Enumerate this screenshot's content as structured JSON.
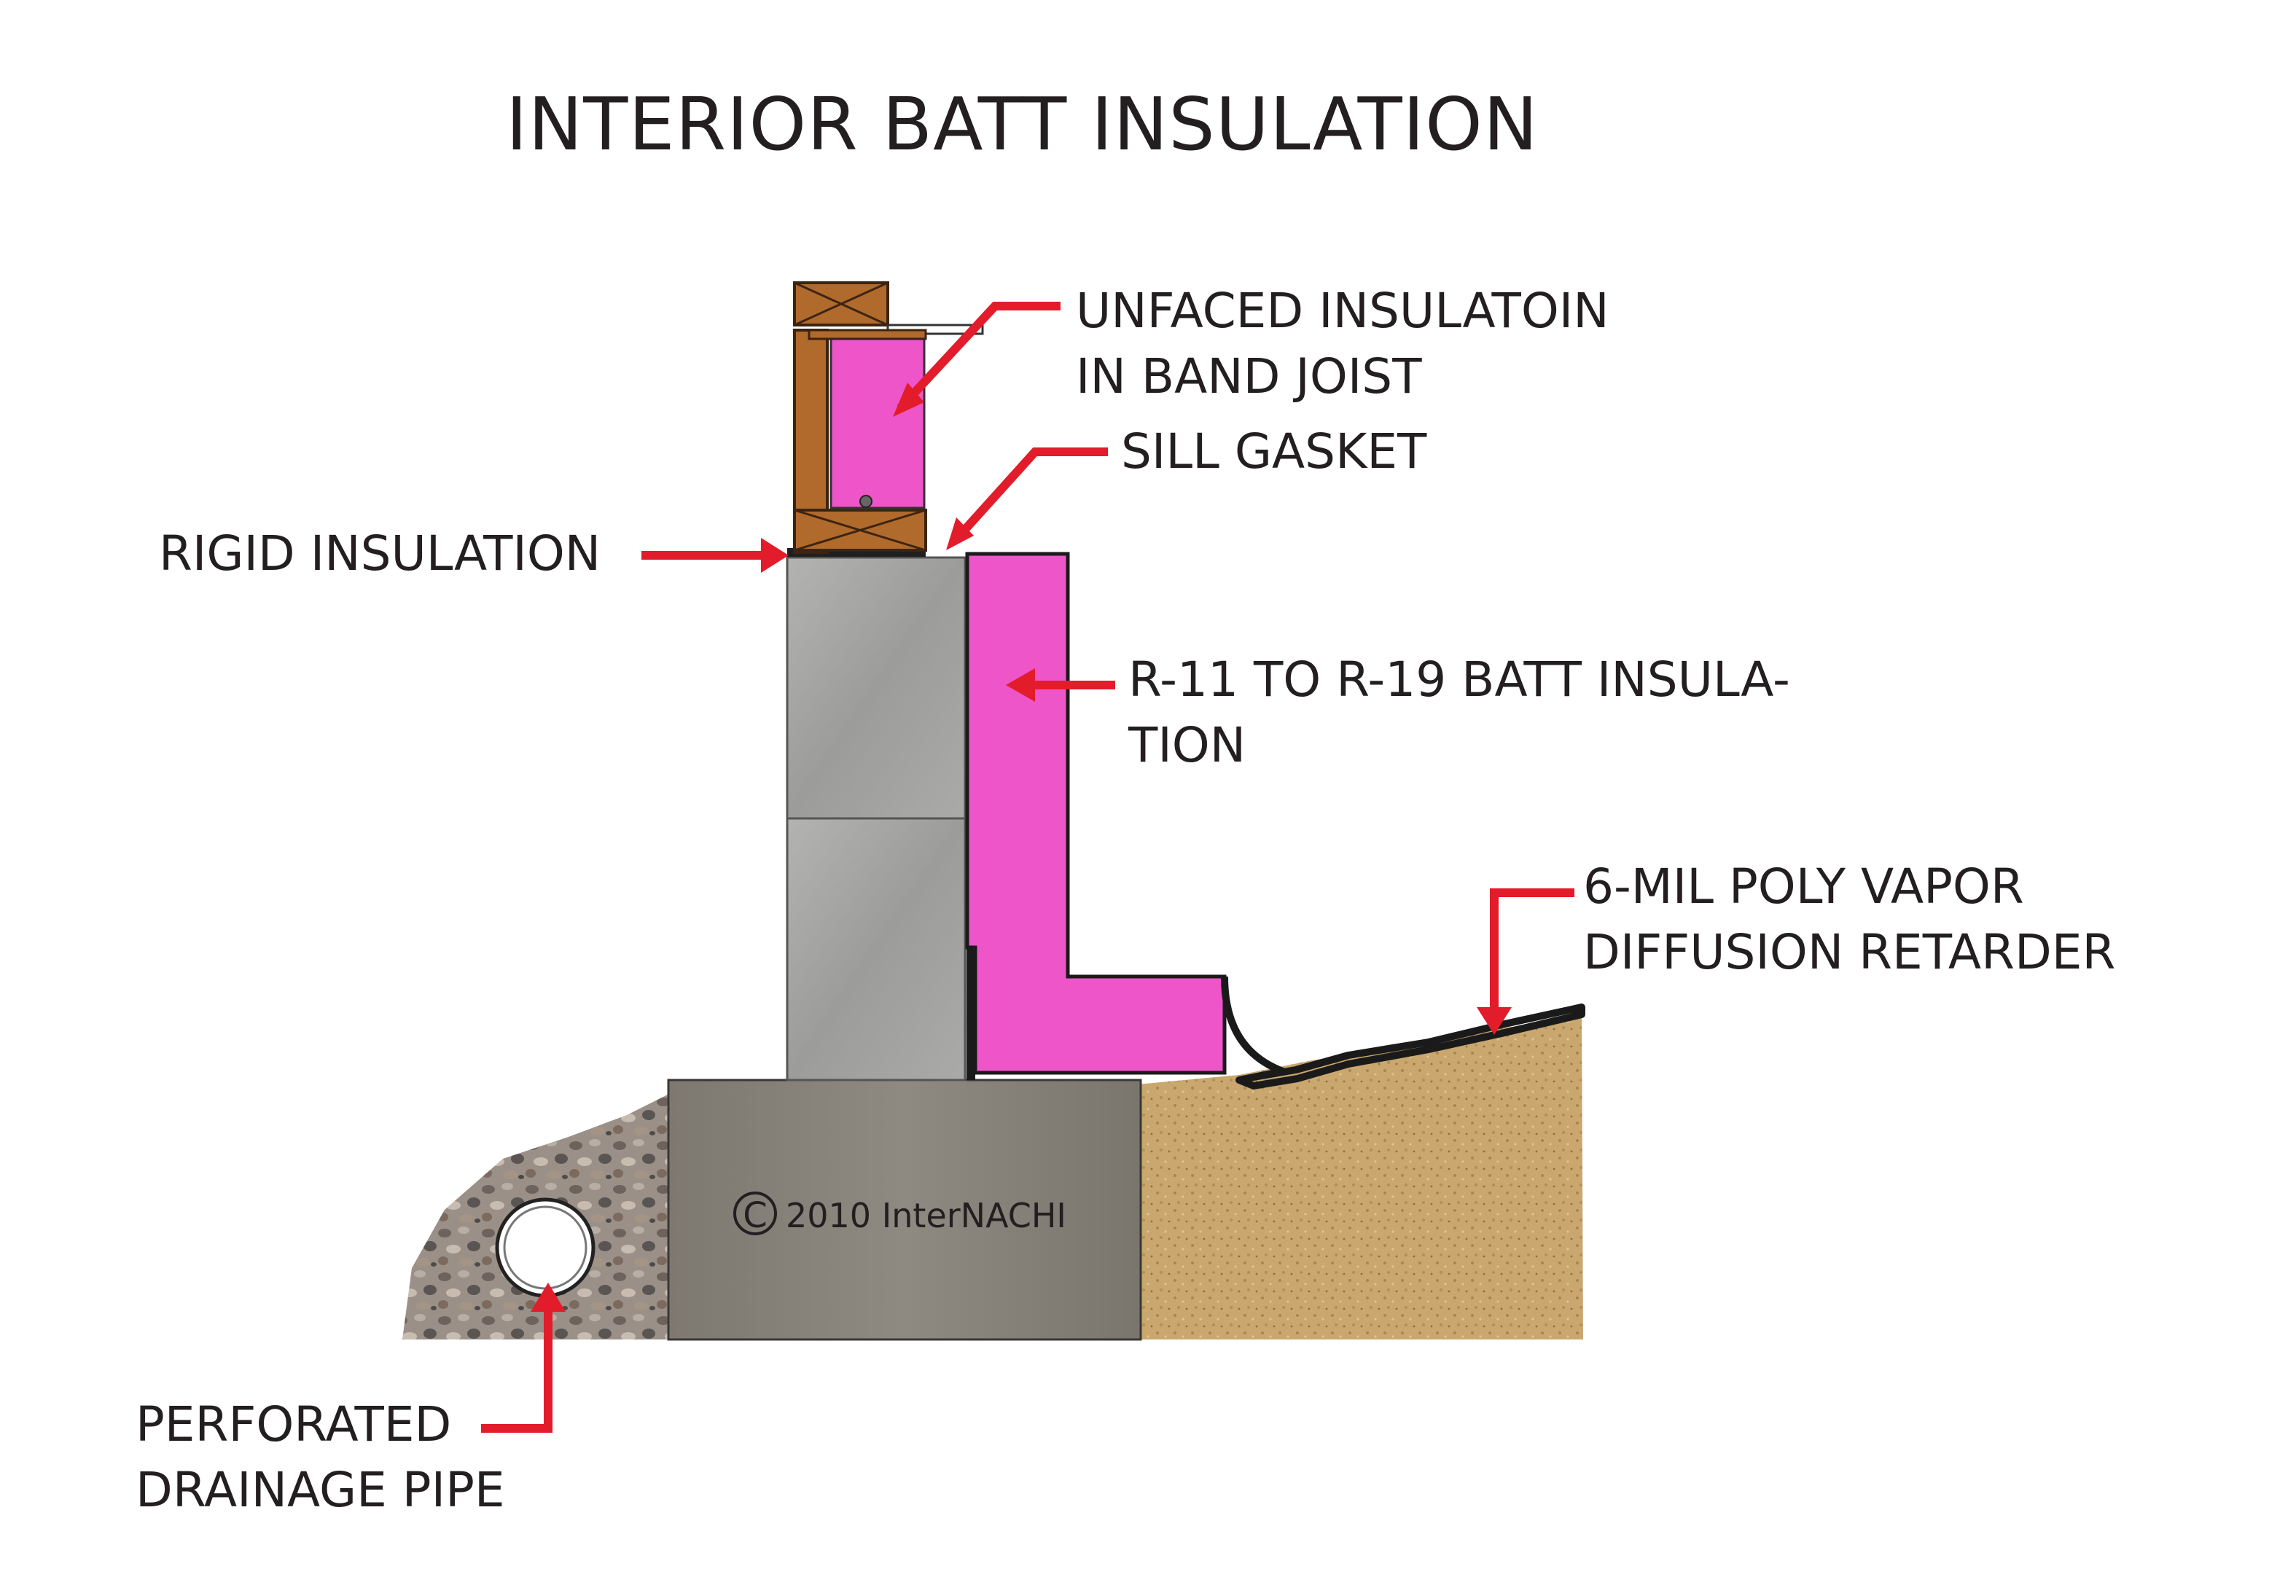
{
  "title": "INTERIOR BATT INSULATION",
  "labels": {
    "unfaced": [
      "UNFACED INSULATOIN",
      "IN BAND JOIST"
    ],
    "sill_gasket": "SILL GASKET",
    "rigid": "RIGID INSULATION",
    "batt": [
      "R-11 TO R-19 BATT INSULA-",
      "TION"
    ],
    "vapor": [
      "6-MIL POLY VAPOR",
      "DIFFUSION RETARDER"
    ],
    "drain": [
      "PERFORATED",
      "DRAINAGE PIPE"
    ]
  },
  "copyright": "2010  InterNACHI",
  "copyright_symbol": "C",
  "colors": {
    "arrow": "#e21c2a",
    "insulation": "#ee55c8",
    "wood": "#b06a2c",
    "block": "#a4a4a2",
    "footing": "#86827a",
    "soil": "#c7a46a",
    "gravel": "#8a7f78"
  }
}
